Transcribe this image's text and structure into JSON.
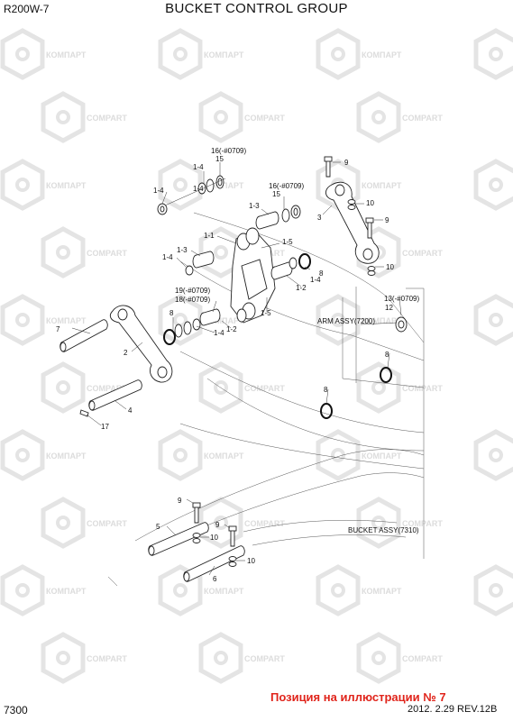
{
  "header": {
    "model": "R200W-7",
    "title": "BUCKET CONTROL GROUP"
  },
  "footer": {
    "page_code": "7300",
    "date_rev": "2012. 2.29  REV.12B",
    "position_note": "Позиция на иллюстрации № 7"
  },
  "watermark": {
    "text_ru": "КОМПАРТ",
    "text_en": "COMPART"
  },
  "references": {
    "arm_assy": "ARM ASSY(7200)",
    "bucket_assy": "BUCKET ASSY(7310)"
  },
  "labels": {
    "l16a": "16(-#0709)",
    "l15a": "15",
    "l14a": "1-4",
    "l14b": "1-4",
    "l16b": "16(-#0709)",
    "l15b": "15",
    "l14c": "1-4",
    "l13a": "1-3",
    "l9a": "9",
    "l10a": "10",
    "l3": "3",
    "l9b": "9",
    "l10b": "10",
    "l11": "1-1",
    "l15c": "1-5",
    "l13b": "1-3",
    "l14d": "1-4",
    "l8a": "8",
    "l14e": "1-4",
    "l12a": "1-2",
    "l19": "19(-#0709)",
    "l18": "18(-#0709)",
    "l8b": "8",
    "l15d": "1-5",
    "l12b": "1-2",
    "l14f": "1-4",
    "l13c": "13(-#0709)",
    "l12": "12",
    "l7": "7",
    "l2": "2",
    "l8c": "8",
    "l8d": "8",
    "l4": "4",
    "l17": "17",
    "l9c": "9",
    "l5": "5",
    "l10c": "10",
    "l9d": "9",
    "l10d": "10",
    "l6": "6"
  }
}
